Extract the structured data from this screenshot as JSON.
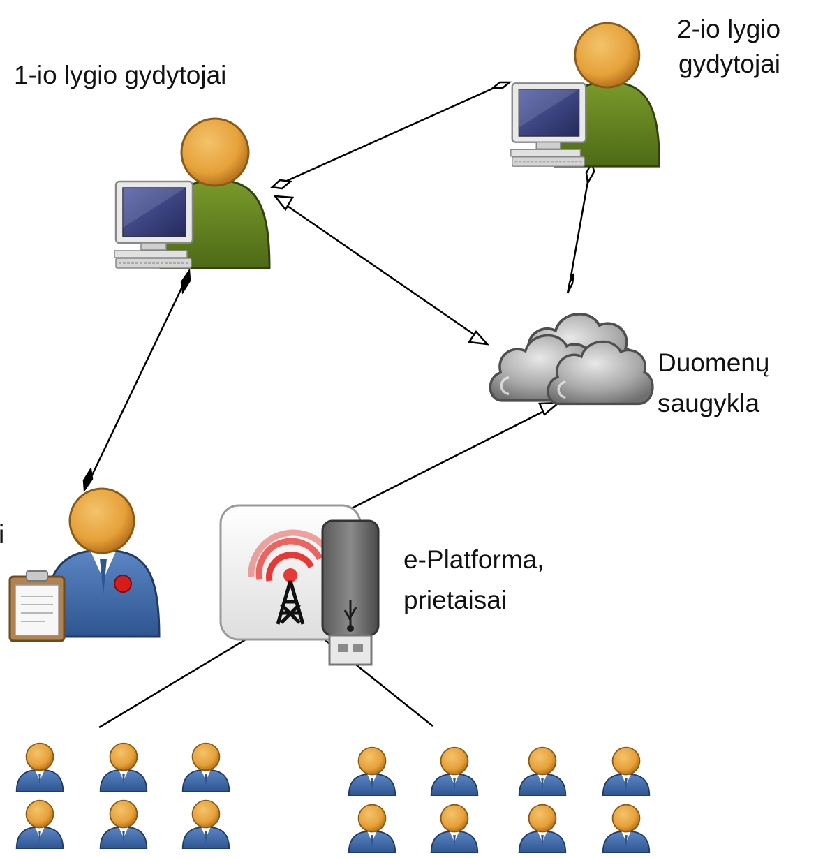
{
  "labels": {
    "level1_doctors": "1-io lygio gydytojai",
    "level2_doctors_line1": "2-io lygio",
    "level2_doctors_line2": "gydytojai",
    "data_storage_line1": "Duomenų",
    "data_storage_line2": "saugykla",
    "eplatform_line1": "e-Platforma,",
    "eplatform_line2": "prietaisai",
    "cut_label_fragment": "i"
  },
  "icons": {
    "doctor_workstation": "doctor-computer-icon",
    "cloud": "cloud-icon",
    "wireless_usb_device": "wireless-usb-device-icon",
    "clipboard_staff": "clipboard-person-icon",
    "patient": "patient-icon"
  },
  "patients": {
    "left_group_count": 6,
    "right_group_count": 8
  },
  "colors": {
    "head": "#e6a13a",
    "doctor_body": "#5d7a1f",
    "patient_body": "#3e6aa8",
    "monitor_screen": "#3b3f7a",
    "cloud": "#9b9b9b",
    "signal_red": "#e53935",
    "connector": "#000000"
  }
}
